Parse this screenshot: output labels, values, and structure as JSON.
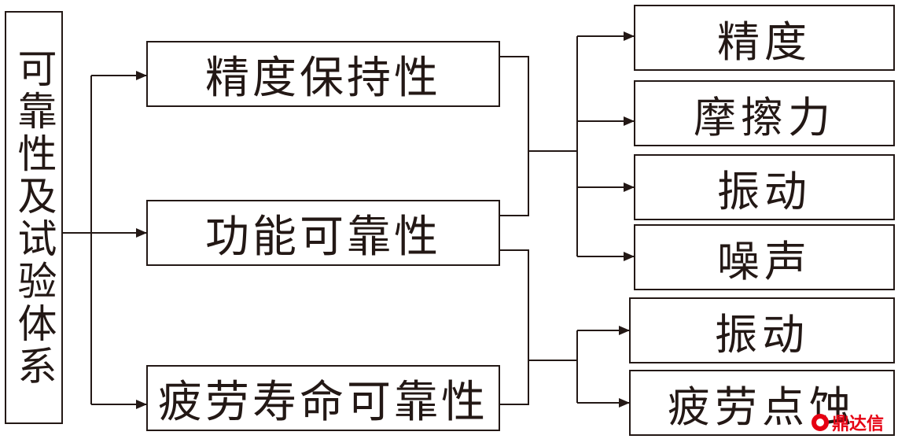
{
  "root": {
    "label": "可靠性及试验体系"
  },
  "categories": {
    "precision_retention": "精度保持性",
    "functional_reliability": "功能可靠性",
    "fatigue_life_reliability": "疲劳寿命可靠性"
  },
  "items": {
    "precision": "精度",
    "friction": "摩擦力",
    "vibration_1": "振动",
    "noise": "噪声",
    "vibration_2": "振动",
    "fatigue_pitting": "疲劳点蚀"
  },
  "watermark": {
    "text": "鼎达信"
  },
  "colors": {
    "line": "#231815",
    "watermark": "#e60012"
  }
}
